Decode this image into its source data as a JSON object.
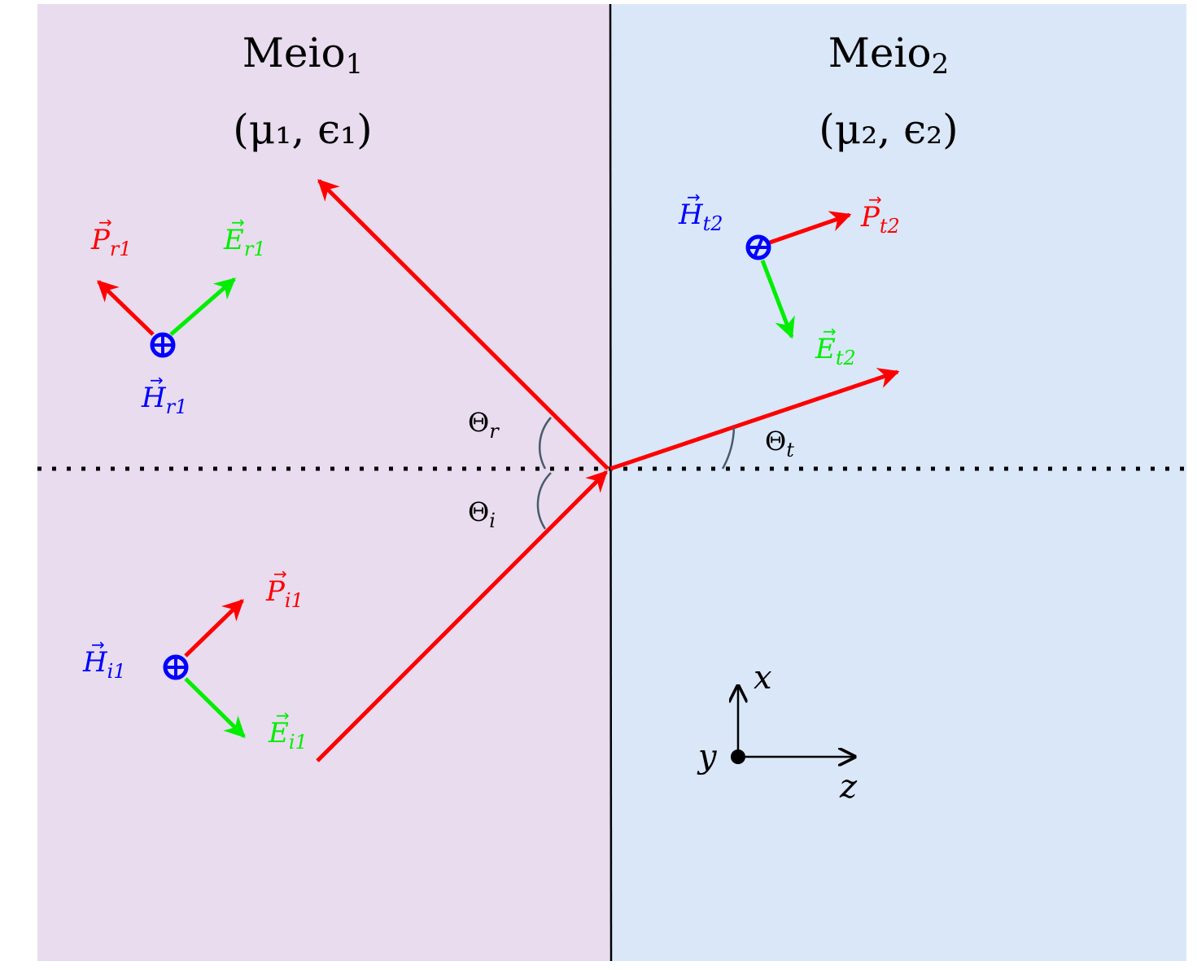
{
  "medium1": {
    "name": "Meio",
    "name_sub": "1",
    "params": "(μ₁, ϵ₁)",
    "color": "#e8dcee"
  },
  "medium2": {
    "name": "Meio",
    "name_sub": "2",
    "params": "(μ₂, ϵ₂)",
    "color": "#d9e7f8"
  },
  "angles": {
    "reflected": {
      "symbol": "Θ",
      "sub": "r"
    },
    "incident": {
      "symbol": "Θ",
      "sub": "i"
    },
    "transmitted": {
      "symbol": "Θ",
      "sub": "t"
    }
  },
  "reflected_group": {
    "P": {
      "symbol": "P",
      "sub": "r1"
    },
    "E": {
      "symbol": "E",
      "sub": "r1"
    },
    "H": {
      "symbol": "H",
      "sub": "r1"
    }
  },
  "incident_group": {
    "P": {
      "symbol": "P",
      "sub": "i1"
    },
    "E": {
      "symbol": "E",
      "sub": "i1"
    },
    "H": {
      "symbol": "H",
      "sub": "i1"
    }
  },
  "transmitted_group": {
    "P": {
      "symbol": "P",
      "sub": "t2"
    },
    "E": {
      "symbol": "E",
      "sub": "t2"
    },
    "H": {
      "symbol": "H",
      "sub": "t2"
    }
  },
  "axes": {
    "x": "x",
    "y": "y",
    "z": "z"
  },
  "colors": {
    "poynting": "#ff0000",
    "electric": "#00ee00",
    "magnetic": "#0000ff",
    "arc": "#4a5a6a"
  }
}
